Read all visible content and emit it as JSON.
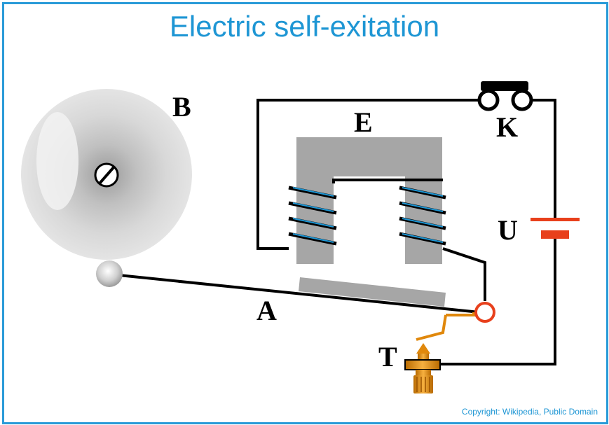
{
  "title": "Electric self-exitation",
  "copyright": "Copyright: Wikipedia, Public Domain",
  "labels": {
    "bell": "B",
    "electromagnet": "E",
    "key": "K",
    "battery": "U",
    "armature": "A",
    "contact_screw": "T"
  },
  "colors": {
    "frame": "#2a9bd8",
    "title": "#1e96d4",
    "wire": "#000000",
    "battery": "#e8401c",
    "contact": "#e0880c",
    "core": "#a6a6a6"
  }
}
